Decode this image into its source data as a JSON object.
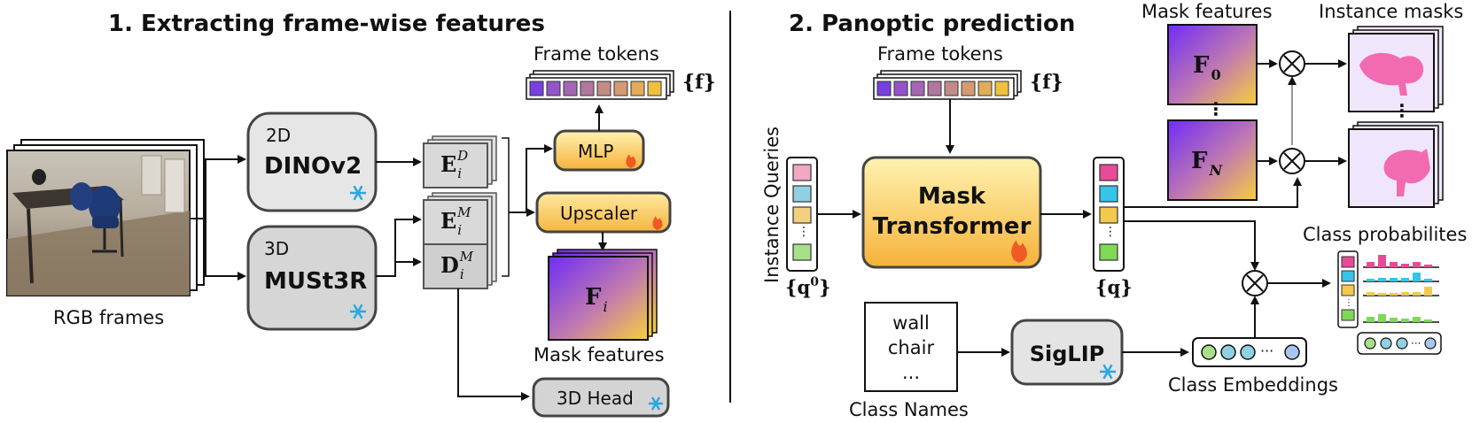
{
  "titles": {
    "part1": "1. Extracting frame-wise features",
    "part2": "2. Panoptic prediction"
  },
  "rgb": {
    "label": "RGB frames"
  },
  "dino": {
    "tag": "2D",
    "name": "DINOv2"
  },
  "must3r": {
    "tag": "3D",
    "name": "MUSt3R"
  },
  "features": {
    "e_d": {
      "base": "E",
      "sub": "i",
      "sup": "D"
    },
    "e_m": {
      "base": "E",
      "sub": "i",
      "sup": "M"
    },
    "d_m": {
      "base": "D",
      "sub": "i",
      "sup": "M"
    }
  },
  "mlp": {
    "label": "MLP"
  },
  "upscaler": {
    "label": "Upscaler"
  },
  "head3d": {
    "label": "3D Head"
  },
  "frame_tokens": {
    "label": "Frame tokens",
    "symbol": "{f}"
  },
  "frame_tokens2": {
    "label": "Frame tokens",
    "symbol": "{f}"
  },
  "mask_features_left": {
    "label": "Mask features",
    "base": "F",
    "sub": "i"
  },
  "instance_queries": {
    "label": "Instance Queries",
    "symbol_base": "{q",
    "symbol_sup": "0",
    "symbol_end": "}"
  },
  "mask_transformer": {
    "line1": "Mask",
    "line2": "Transformer"
  },
  "queries_out": {
    "symbol": "{q}"
  },
  "class_names": {
    "label": "Class Names",
    "line1": "wall",
    "line2": "chair",
    "line3": "..."
  },
  "siglip": {
    "label": "SigLIP"
  },
  "class_embeddings": {
    "label": "Class Embeddings"
  },
  "mask_features_right": {
    "label": "Mask features",
    "f0_base": "F",
    "f0_sub": "0",
    "fn_base": "F",
    "fn_sub": "N"
  },
  "instance_masks": {
    "label": "Instance masks"
  },
  "class_probs": {
    "label": "Class probabilites"
  },
  "icons": {
    "frozen": "snowflake-icon",
    "trainable": "flame-icon",
    "product": "circle-times-icon"
  },
  "colors": {
    "token_colors": [
      "#7a3fe0",
      "#9553c9",
      "#a766b3",
      "#b3779f",
      "#c48a86",
      "#d59a70",
      "#e2ac58",
      "#efc03d"
    ],
    "query_colors": [
      "#f2a7c6",
      "#8fd0e3",
      "#f3d07f",
      "#a8e08a"
    ],
    "query_colors_bright": [
      "#e74b98",
      "#35c4ea",
      "#f2c94c",
      "#7ed957"
    ],
    "gray_box": "#dcdcdc",
    "light_gray_box": "#e8e8e8",
    "yellow_grad_top": "#fff1a8",
    "yellow_grad_bottom": "#f7b93a",
    "purple": "#7b2ff7",
    "mask_pink": "#f26bb2",
    "mask_bg": "#efe6fb"
  }
}
